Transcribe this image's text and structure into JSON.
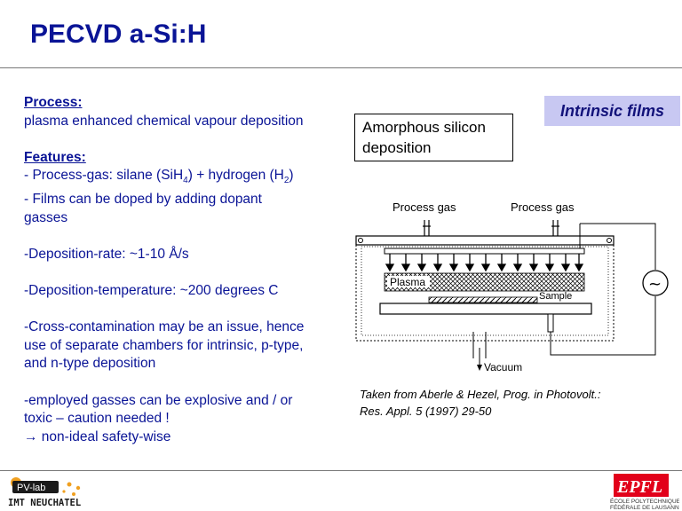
{
  "title": "PECVD a-Si:H",
  "process": {
    "heading": "Process:",
    "text": "plasma enhanced chemical vapour deposition"
  },
  "features": {
    "heading": "Features:",
    "gas_pre": "- Process-gas: silane (SiH",
    "gas_sub1": "4",
    "gas_mid": ") + hydrogen (H",
    "gas_sub2": "2",
    "gas_post": ")",
    "doped_1": "- Films can be doped by adding dopant",
    "doped_2": "gasses",
    "rate": "-Deposition-rate: ~1-10 Å/s",
    "temp": "-Deposition-temperature: ~200 degrees C",
    "cross_1": "-Cross-contamination may be an issue, hence",
    "cross_2": "use of separate chambers for intrinsic, p-type,",
    "cross_3": "and n-type deposition",
    "explosive_1": "-employed gasses can be explosive and / or",
    "explosive_2": "toxic – caution needed !",
    "safety": "→ non-ideal safety-wise"
  },
  "badge": "Intrinsic films",
  "box_label": [
    "Amorphous silicon",
    "deposition"
  ],
  "diagram": {
    "gas_left": "Process gas",
    "gas_right": "Process gas",
    "plasma": "Plasma",
    "sample": "Sample",
    "vacuum": "Vacuum",
    "ac_symbol": "~"
  },
  "caption": [
    "Taken from Aberle & Hezel, Prog. in Photovolt.:",
    "Res. Appl. 5 (1997) 29-50"
  ],
  "logos": {
    "pvlab": "PV-lab",
    "imt": "IMT NEUCHATEL",
    "epfl": "EPFL",
    "epfl_sub1": "ÉCOLE POLYTECHNIQUE",
    "epfl_sub2": "FÉDÉRALE DE LAUSANNE"
  },
  "colors": {
    "title": "#0a1496",
    "badge_bg": "#c8c8f2",
    "text": "#0a1496",
    "epfl_red": "#e2001a",
    "pv_orange": "#f0a020"
  }
}
